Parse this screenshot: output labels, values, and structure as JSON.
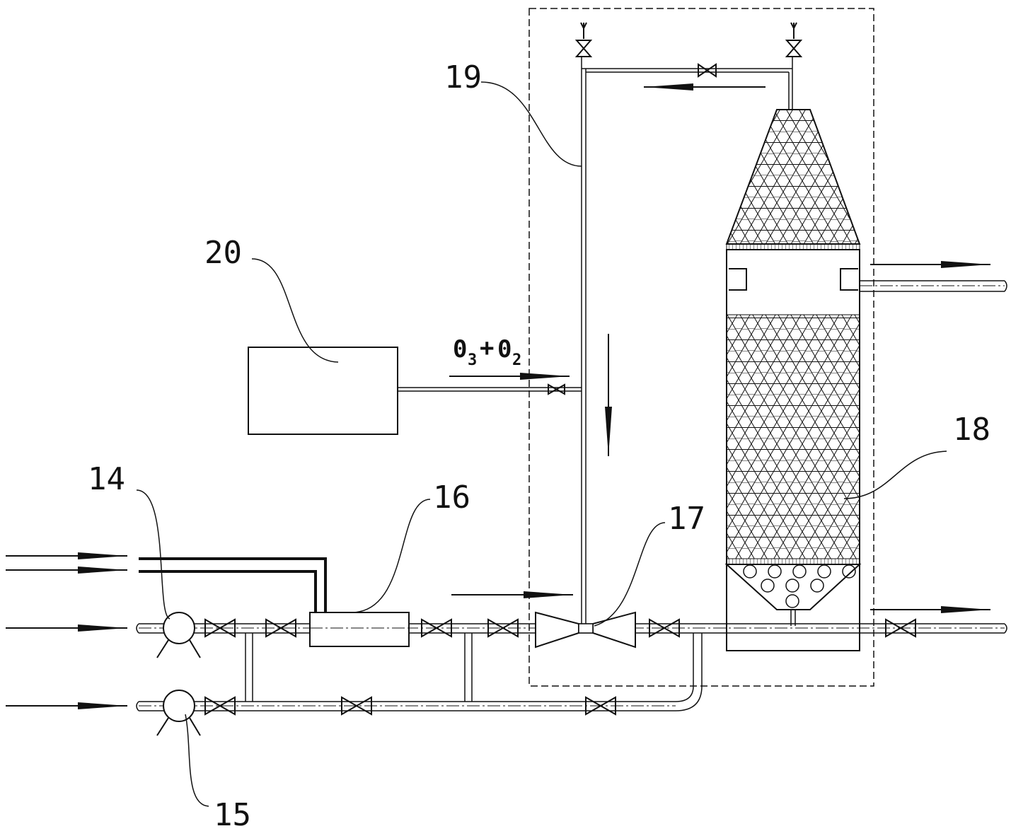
{
  "labels": {
    "l14": "14",
    "l15": "15",
    "l16": "16",
    "l17": "17",
    "l18": "18",
    "l19": "19",
    "l20": "20"
  },
  "gas": {
    "o3": "0",
    "o3_sub": "3",
    "plus": "+",
    "o2": "0",
    "o2_sub": "2"
  },
  "colors": {
    "line": "#111111",
    "background": "#ffffff"
  }
}
